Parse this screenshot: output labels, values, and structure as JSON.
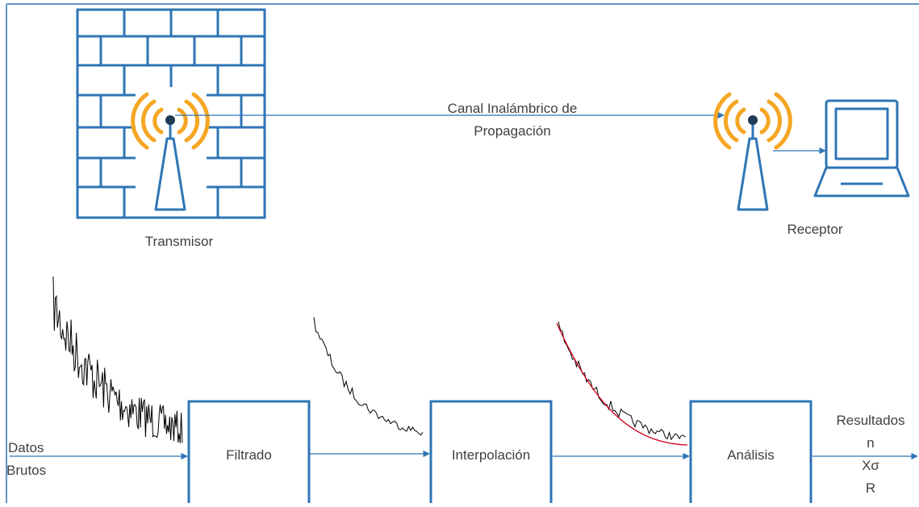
{
  "labels": {
    "transmitter": "Transmisor",
    "receiver": "Receptor",
    "channel_line1": "Canal Inalámbrico de",
    "channel_line2": "Propagación",
    "raw_data_line1": "Datos",
    "raw_data_line2": "Brutos"
  },
  "blocks": {
    "filter": "Filtrado",
    "interpolation": "Interpolación",
    "analysis": "Análisis"
  },
  "results": {
    "title": "Resultados",
    "items": [
      "n",
      "Xσ",
      "R"
    ]
  },
  "icons": {
    "wall": "brick-wall-icon",
    "antenna": "antenna-tower-icon",
    "signal": "wireless-signal-icon",
    "laptop": "laptop-icon"
  },
  "colors": {
    "accent": "#2E75B6",
    "signal": "#F5A623",
    "trace": "#000000",
    "fit": "#D0021B",
    "text": "#404040"
  }
}
